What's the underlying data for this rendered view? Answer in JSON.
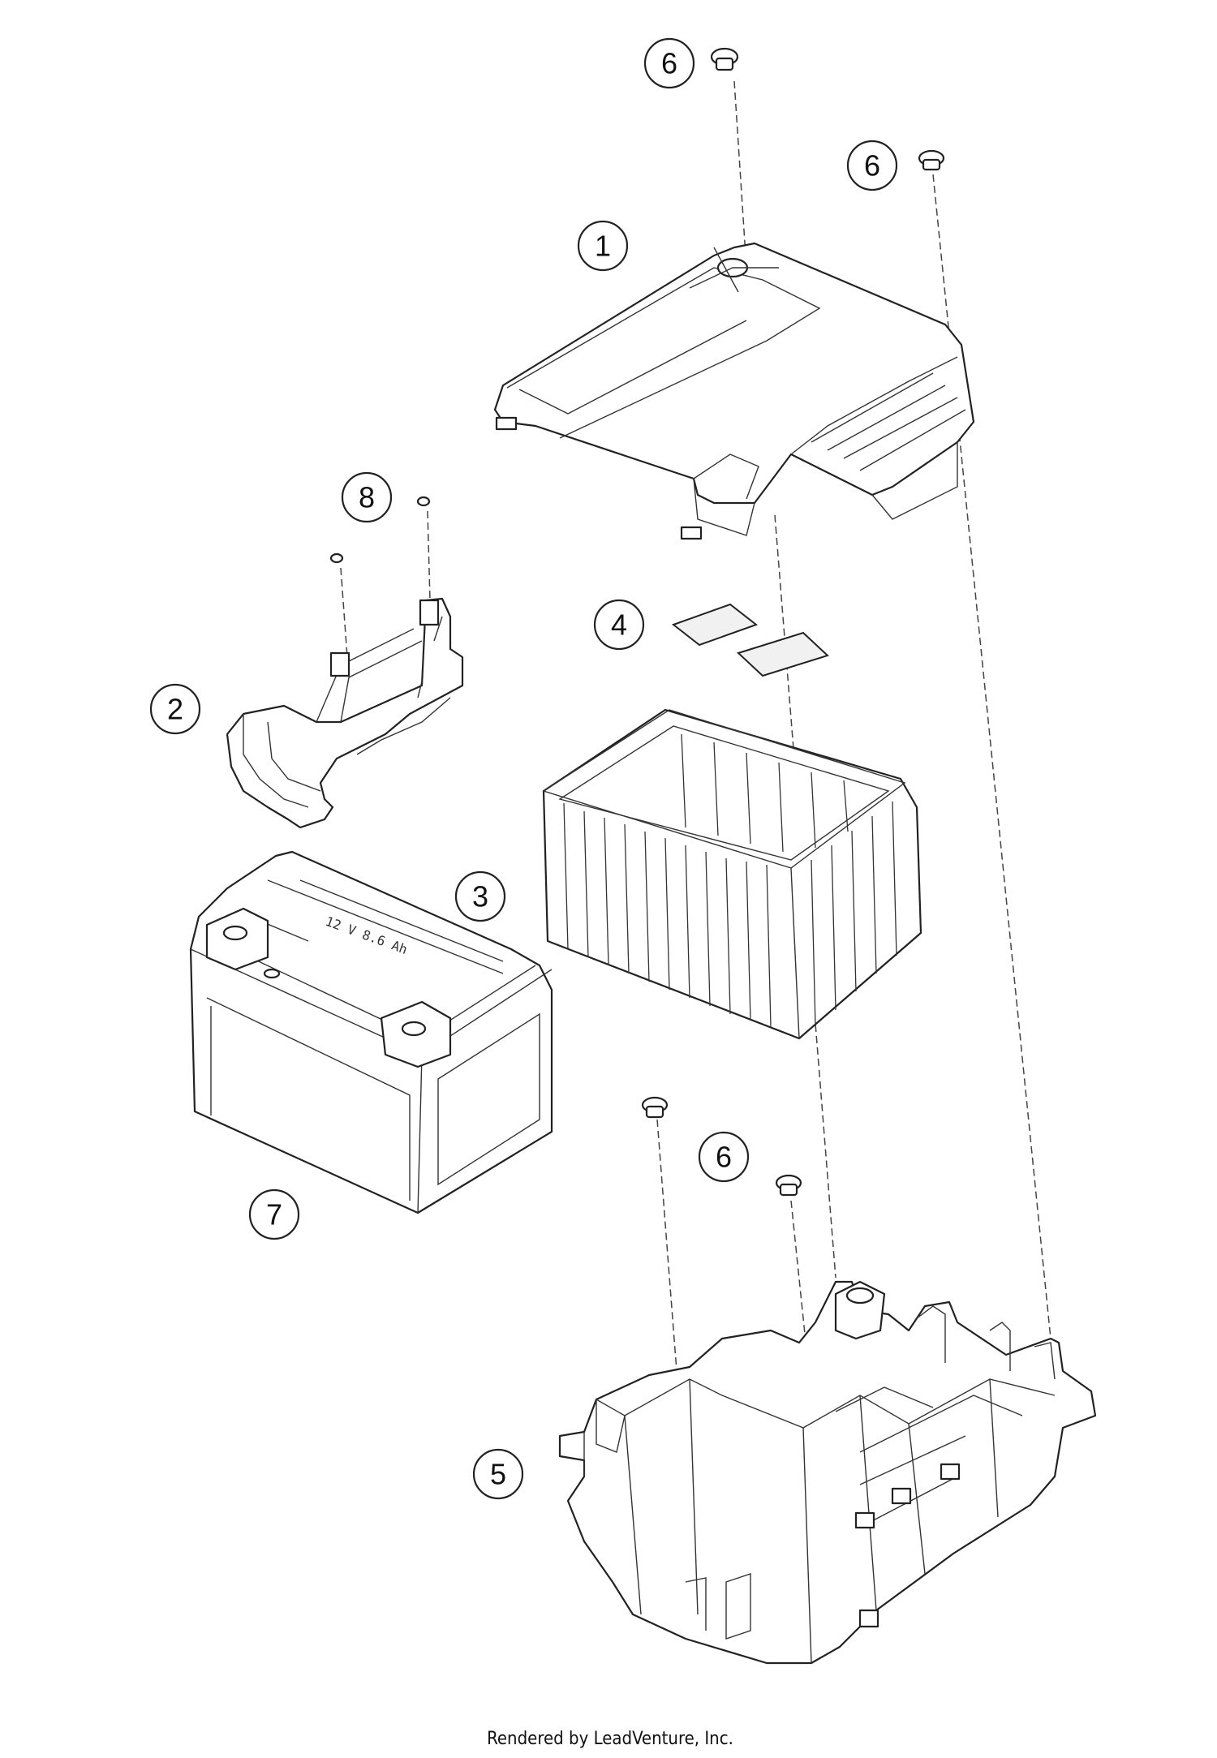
{
  "diagram": {
    "callouts": [
      {
        "id": "c1",
        "label": "1"
      },
      {
        "id": "c2",
        "label": "2"
      },
      {
        "id": "c3",
        "label": "3"
      },
      {
        "id": "c4",
        "label": "4"
      },
      {
        "id": "c5",
        "label": "5"
      },
      {
        "id": "c6a",
        "label": "6"
      },
      {
        "id": "c6b",
        "label": "6"
      },
      {
        "id": "c6c",
        "label": "6"
      },
      {
        "id": "c7",
        "label": "7"
      },
      {
        "id": "c8",
        "label": "8"
      }
    ],
    "battery_label": "12 V  8.6 Ah",
    "footer": "Rendered by LeadVenture, Inc."
  },
  "colors": {
    "line": "#222222",
    "background": "#ffffff"
  }
}
